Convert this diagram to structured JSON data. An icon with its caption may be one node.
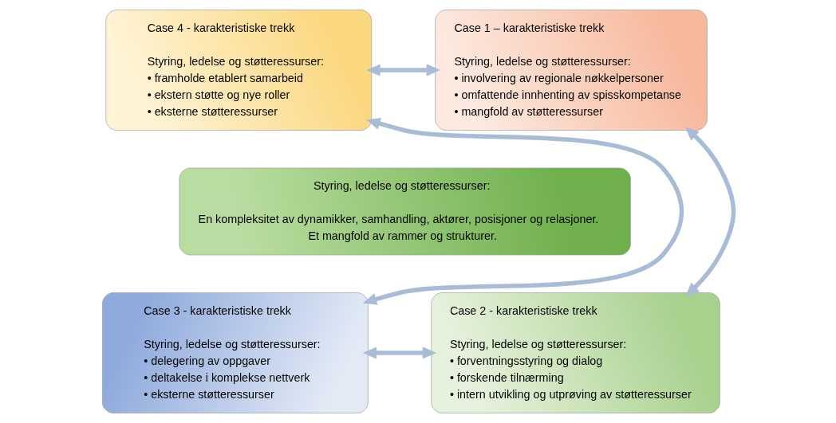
{
  "diagram": {
    "nodes": [
      {
        "text": [
          "Case 4 - karakteristiske trekk",
          "Styring, ledelse og støtteressurser:",
          "• framholde etablert samarbeid",
          "• ekstern støtte og nye roller",
          "• eksterne støtteressurser"
        ]
      },
      {
        "text": [
          "Case 1 – karakteristiske trekk",
          "Styring, ledelse og støtteressurser:",
          "• involvering av regionale nøkkelpersoner",
          "• omfattende innhenting av spisskompetanse",
          "• mangfold av støtteressurser"
        ]
      },
      {
        "text": [
          "Styring, ledelse og støtteressurser:",
          "En kompleksitet av dynamikker, samhandling, aktører, posisjoner og relasjoner.",
          "Et mangfold av rammer og strukturer."
        ]
      },
      {
        "text": [
          "Case 3 - karakteristiske trekk",
          "Styring, ledelse og støtteressurser:",
          "• delegering av oppgaver",
          "• deltakelse i komplekse nettverk",
          "• eksterne støtteressurser"
        ]
      },
      {
        "text": [
          "Case 2 - karakteristiske trekk",
          "Styring, ledelse og støtteressurser:",
          "• forventningsstyring og dialog",
          "• forskende tilnærming",
          "• intern utvikling og utprøving av støtteressurser"
        ]
      }
    ],
    "edges": [
      {
        "from": 0,
        "to": 1,
        "arrow": "both"
      },
      {
        "from": 0,
        "to": 3,
        "arrow": "both"
      },
      {
        "from": 1,
        "to": 4,
        "arrow": "both"
      },
      {
        "from": 3,
        "to": 4,
        "arrow": "both"
      }
    ]
  }
}
